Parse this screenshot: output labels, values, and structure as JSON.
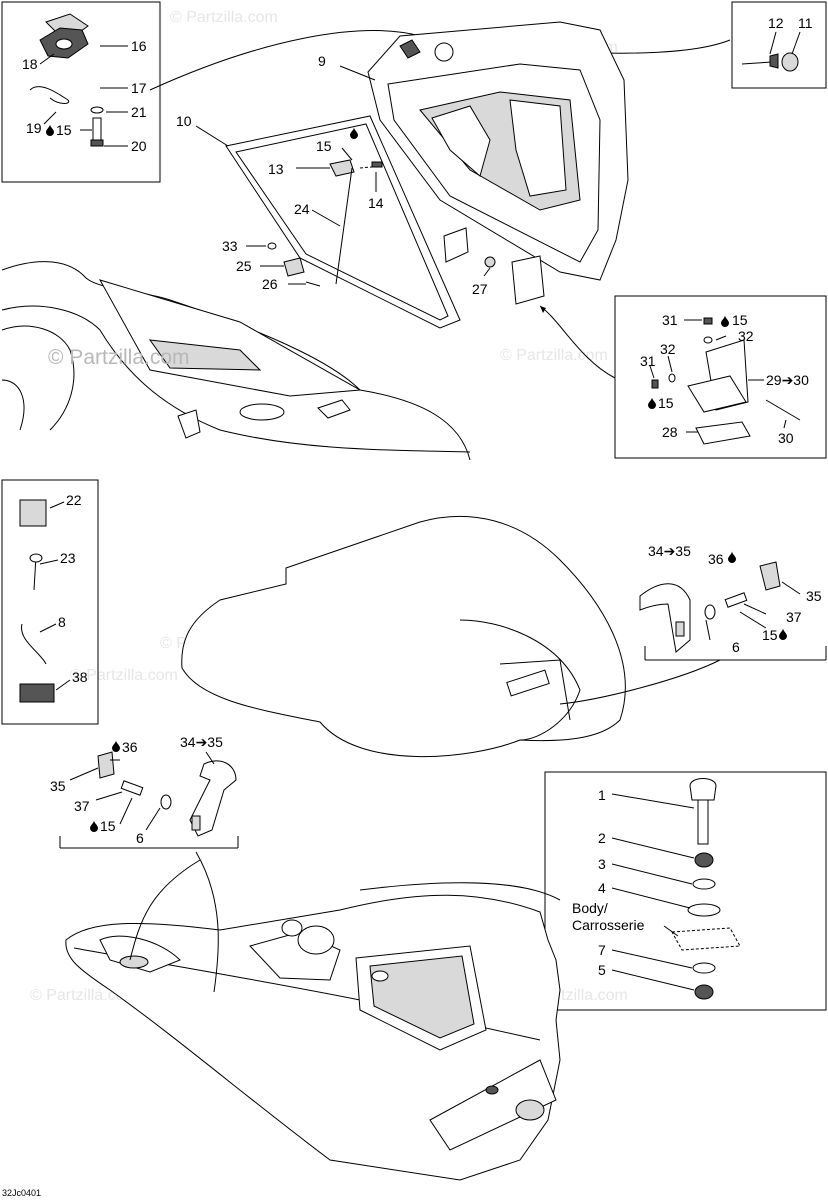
{
  "watermark": {
    "main": "© Partzilla.com",
    "faint": "© Partzilla.com"
  },
  "reference_code": "32Jc0401",
  "callouts": {
    "c1": "1",
    "c2": "2",
    "c3": "3",
    "c4": "4",
    "c5": "5",
    "c6a": "6",
    "c6b": "6",
    "c7": "7",
    "c8": "8",
    "c9": "9",
    "c10": "10",
    "c11": "11",
    "c12": "12",
    "c13": "13",
    "c14": "14",
    "c15a": "15",
    "c15b": "15",
    "c15c": "15",
    "c15d": "15",
    "c15e": "15",
    "c15f": "15",
    "c16": "16",
    "c17": "17",
    "c18": "18",
    "c19": "19",
    "c20": "20",
    "c21": "21",
    "c22": "22",
    "c23": "23",
    "c24": "24",
    "c25": "25",
    "c26": "26",
    "c27": "27",
    "c28": "28",
    "c29": "29➔30",
    "c30": "30",
    "c31a": "31",
    "c31b": "31",
    "c32a": "32",
    "c32b": "32",
    "c33": "33",
    "c34a": "34➔35",
    "c34b": "34➔35",
    "c35a": "35",
    "c35b": "35",
    "c36a": "36",
    "c36b": "36",
    "c37a": "37",
    "c37b": "37",
    "c38": "38",
    "body_line1": "Body/",
    "body_line2": "Carrosserie"
  },
  "icons": {
    "drop": "liquid-drop-icon"
  }
}
